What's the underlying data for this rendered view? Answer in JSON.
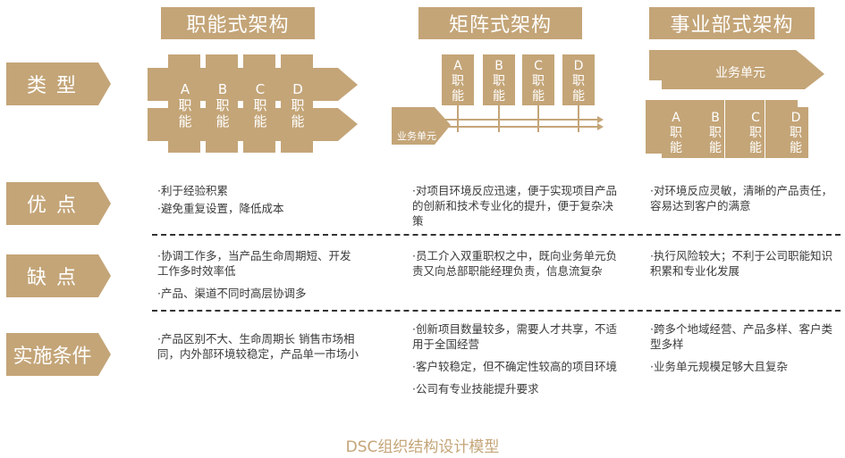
{
  "headers": [
    "职能式架构",
    "矩阵式架构",
    "事业部式架构"
  ],
  "row_labels": [
    "类 型",
    "优 点",
    "缺 点",
    "实施条件"
  ],
  "diagram": {
    "functions": [
      {
        "letter": "A",
        "label": "职能"
      },
      {
        "letter": "B",
        "label": "职能"
      },
      {
        "letter": "C",
        "label": "职能"
      },
      {
        "letter": "D",
        "label": "职能"
      }
    ],
    "business_unit": "业务单元"
  },
  "functional": {
    "pros": [
      "·利于经验积累",
      "·避免重复设置，降低成本"
    ],
    "cons": [
      "·协调工作多，当产品生命周期短、开发工作多时效率低",
      "·产品、渠道不同时高层协调多"
    ],
    "conditions": [
      "·产品区别不大、生命周期长 销售市场相同，内外部环境较稳定，产品单一市场小"
    ]
  },
  "matrix": {
    "pros": [
      "·对项目环境反应迅速，便于实现项目产品的创新和技术专业化的提升，便于复杂决策"
    ],
    "cons": [
      "·员工介入双重职权之中，既向业务单元负责又向总部职能经理负责，信息流复杂"
    ],
    "conditions": [
      "·创新项目数量较多，需要人才共享，不适用于全国经营",
      "·客户较稳定，但不确定性较高的项目环境",
      "·公司有专业技能提升要求"
    ]
  },
  "divisional": {
    "pros": [
      "·对环境反应灵敏，清晰的产品责任，容易达到客户的满意"
    ],
    "cons": [
      "·执行风险较大；不利于公司职能知识积累和专业化发展"
    ],
    "conditions": [
      "·跨多个地域经营、产品多样、客户类型多样",
      "·业务单元规模足够大且复杂"
    ]
  },
  "footer": "DSC组织结构设计模型",
  "colors": {
    "accent": "#c4a578",
    "text": "#3a3a3a"
  }
}
